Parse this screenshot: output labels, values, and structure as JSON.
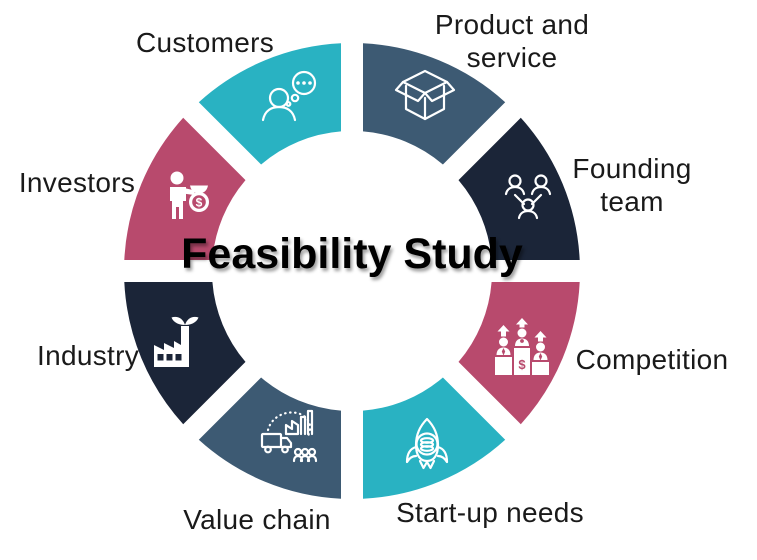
{
  "title": {
    "line1": "Feasibility",
    "line2": "Study"
  },
  "colors": {
    "teal": "#29b2c2",
    "slate": "#3d5a73",
    "navy": "#1b2538",
    "raspberry": "#b84a6d",
    "label_text": "#1a1a1a"
  },
  "segments": [
    {
      "name": "product-and-service",
      "lines": [
        "Product and",
        "service"
      ],
      "color": "#3d5a73",
      "icon": "open-box-icon"
    },
    {
      "name": "founding-team",
      "lines": [
        "Founding",
        "team"
      ],
      "color": "#1b2538",
      "icon": "team-structure-icon"
    },
    {
      "name": "competition",
      "lines": [
        "Competition"
      ],
      "color": "#b84a6d",
      "icon": "podium-winners-icon"
    },
    {
      "name": "start-up-needs",
      "lines": [
        "Start-up needs"
      ],
      "color": "#29b2c2",
      "icon": "rocket-coins-icon"
    },
    {
      "name": "value-chain",
      "lines": [
        "Value chain"
      ],
      "color": "#3d5a73",
      "icon": "supply-chain-icon"
    },
    {
      "name": "industry",
      "lines": [
        "Industry"
      ],
      "color": "#1b2538",
      "icon": "factory-icon"
    },
    {
      "name": "investors",
      "lines": [
        "Investors"
      ],
      "color": "#b84a6d",
      "icon": "investor-money-bag-icon"
    },
    {
      "name": "customers",
      "lines": [
        "Customers"
      ],
      "color": "#29b2c2",
      "icon": "customer-thinking-icon"
    }
  ],
  "icon_symbols": {
    "dollar": "$"
  }
}
